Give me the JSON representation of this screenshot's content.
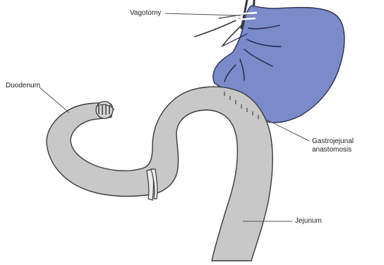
{
  "labels": {
    "vagotomy": "Vagotomy",
    "duodenum": "Duodenum",
    "gastrojejunal_line1": "Gastrojejunal",
    "gastrojejunal_line2": "anastomosis",
    "jejunum": "Jejunum"
  },
  "colors": {
    "stomach_fill": "#7b8bc9",
    "stomach_stroke": "#2a2f55",
    "bowel_fill": "#c8c8c8",
    "bowel_stroke": "#3a3a3a",
    "leader_line": "#555555"
  }
}
